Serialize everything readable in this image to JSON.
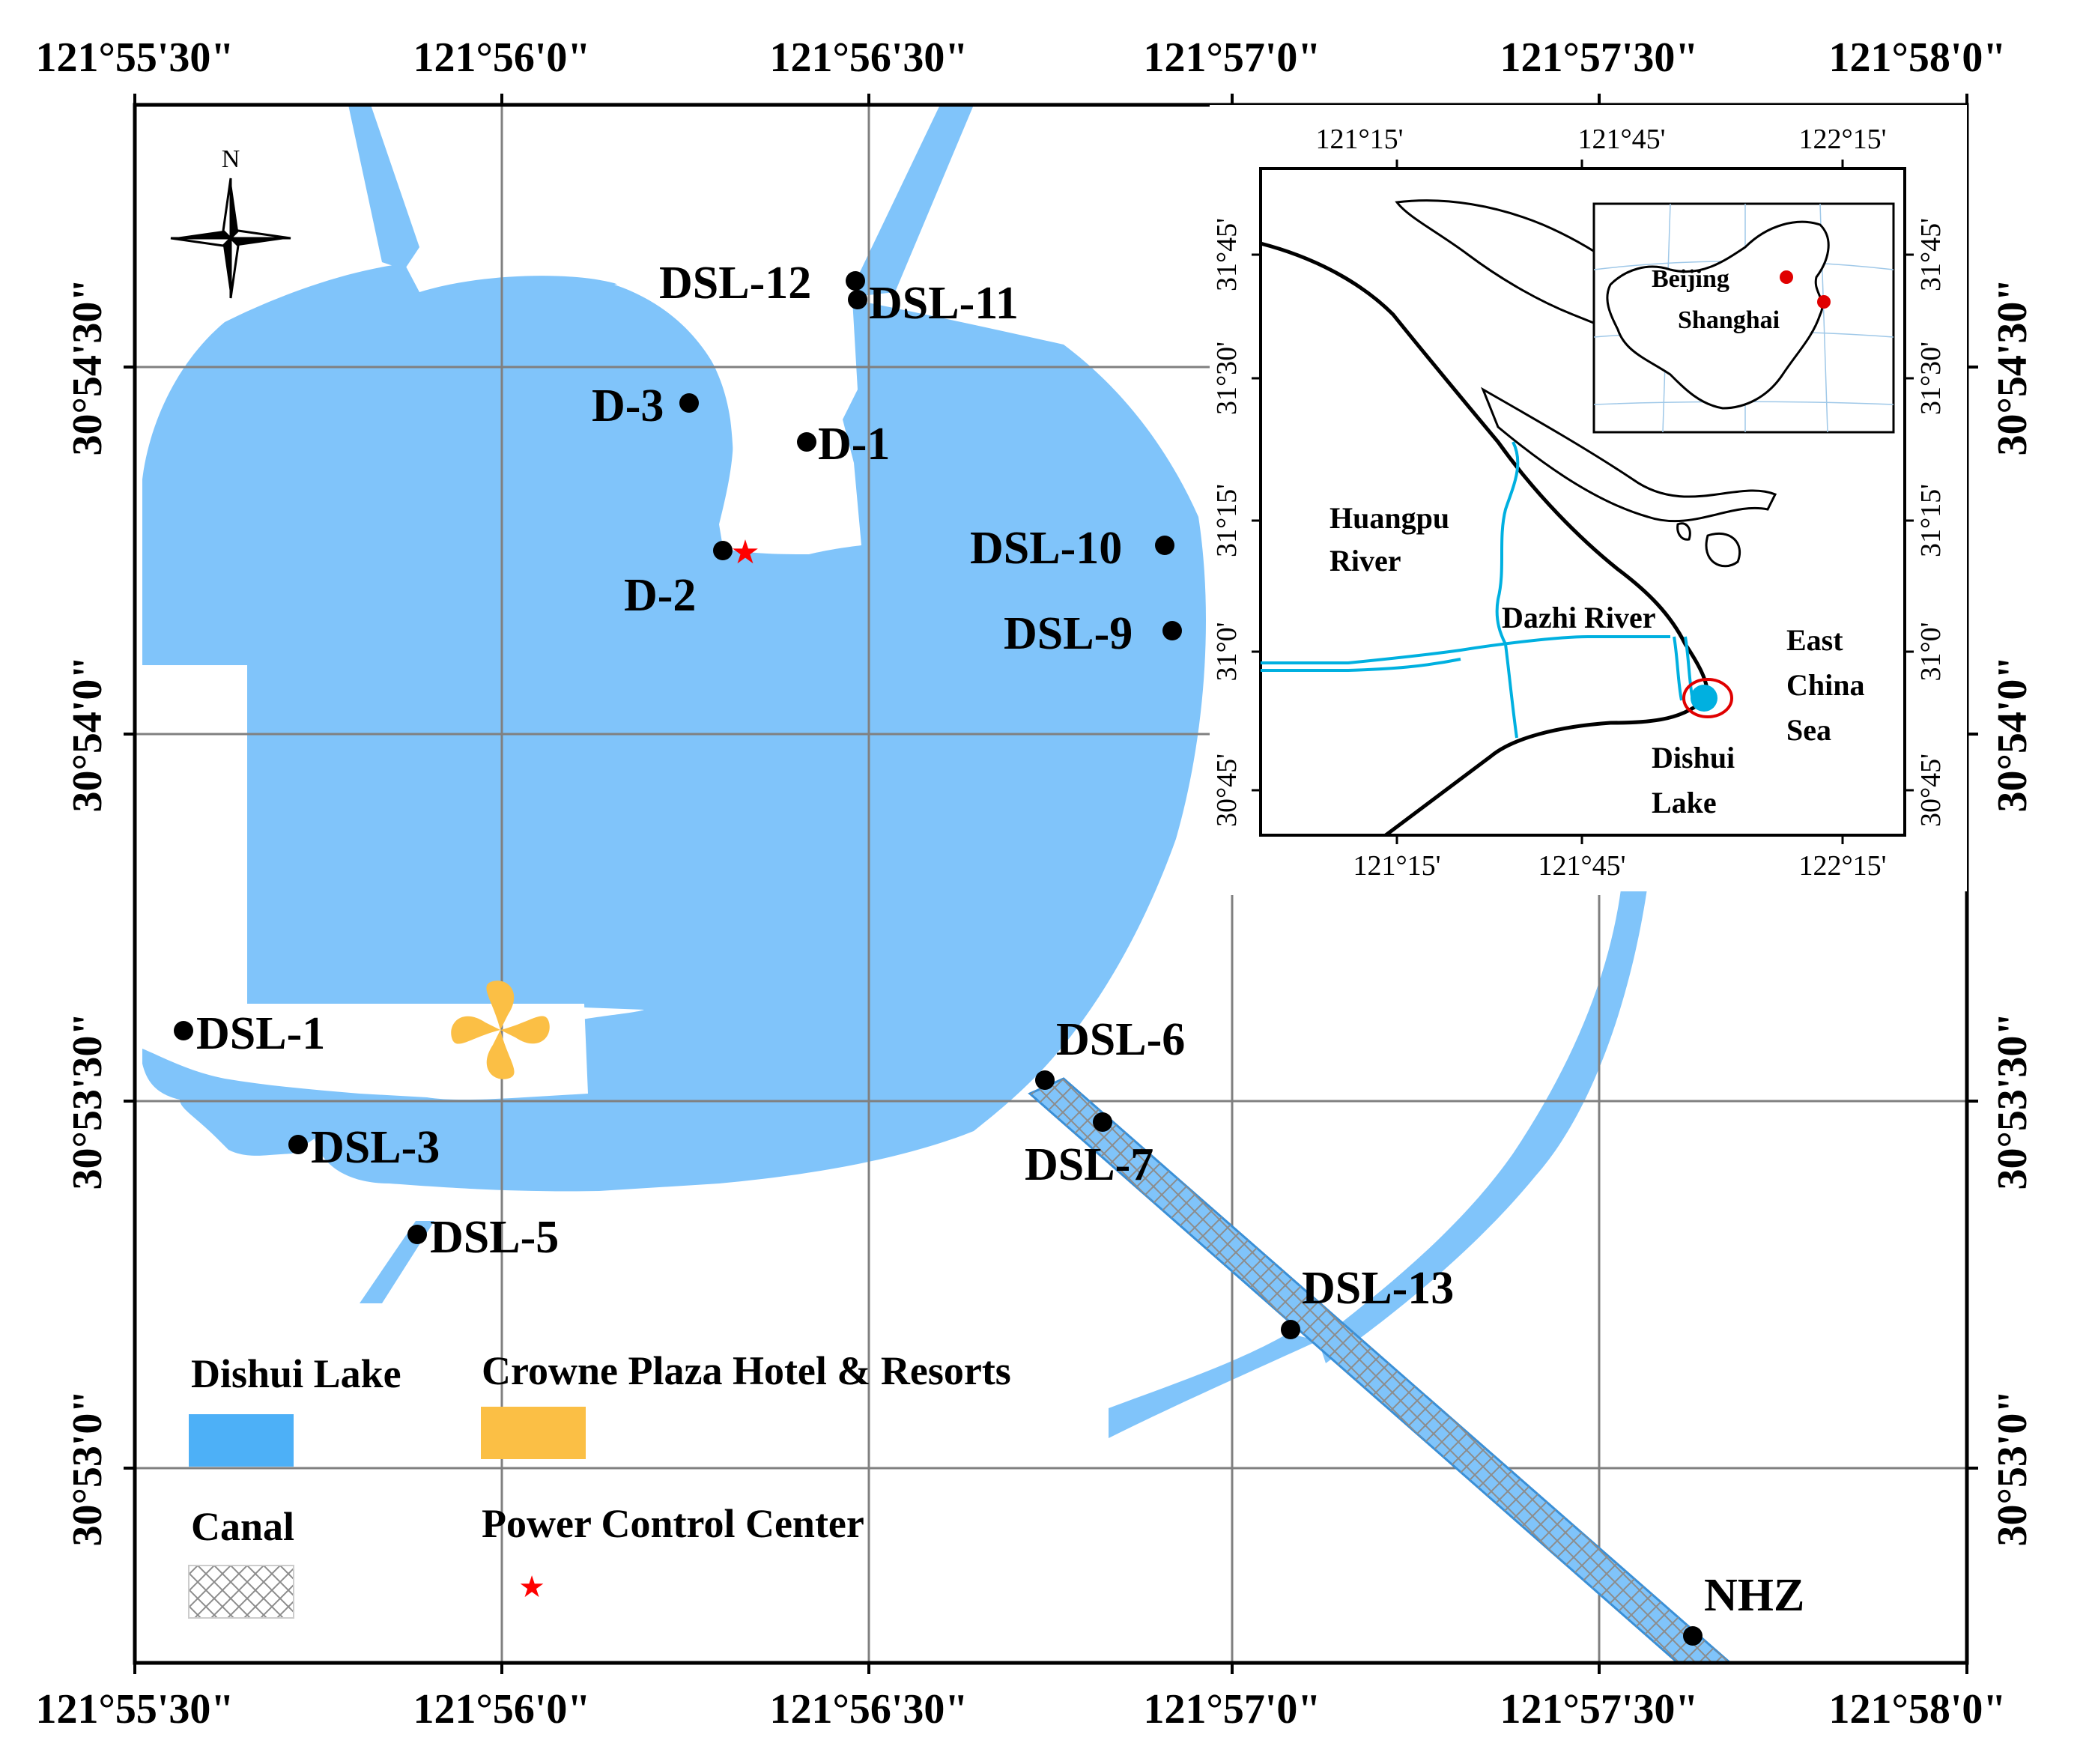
{
  "map": {
    "top_ticks": [
      "121°55'30\"",
      "121°56'0\"",
      "121°56'30\"",
      "121°57'0\"",
      "121°57'30\"",
      "121°58'0\""
    ],
    "bottom_ticks": [
      "121°55'30\"",
      "121°56'0\"",
      "121°56'30\"",
      "121°57'0\"",
      "121°57'30\"",
      "121°58'0\""
    ],
    "left_ticks": [
      "30°54'30\"",
      "30°54'0\"",
      "30°53'30\"",
      "30°53'0\""
    ],
    "right_ticks": [
      "30°54'30\"",
      "30°54'0\"",
      "30°53'30\"",
      "30°53'0\""
    ],
    "north_label": "N",
    "sites": {
      "dsl12": "DSL-12",
      "dsl11": "DSL-11",
      "d3": "D-3",
      "d1": "D-1",
      "d2": "D-2",
      "dsl10": "DSL-10",
      "dsl9": "DSL-9",
      "dsl1": "DSL-1",
      "dsl3": "DSL-3",
      "dsl5": "DSL-5",
      "dsl6": "DSL-6",
      "dsl7": "DSL-7",
      "dsl13": "DSL-13",
      "nhz": "NHZ"
    },
    "colors": {
      "lake": "#80c4fa",
      "legend_lake": "#4db0f7",
      "hotel": "#fbbf45",
      "power_center": "#ff0000",
      "inset_river": "#00b0e0"
    }
  },
  "inset": {
    "top_ticks": [
      "121°15'",
      "121°45'",
      "122°15'"
    ],
    "bottom_ticks": [
      "121°15'",
      "121°45'",
      "122°15'"
    ],
    "left_ticks": [
      "31°45'",
      "31°30'",
      "31°15'",
      "31°0'",
      "30°45'"
    ],
    "right_ticks": [
      "31°45'",
      "31°30'",
      "31°15'",
      "31°0'",
      "30°45'"
    ],
    "labels": {
      "huangpu_1": "Huangpu",
      "huangpu_2": "River",
      "dazhi": "Dazhi River",
      "east_1": "East",
      "east_2": "China",
      "east_3": "Sea",
      "dishui_1": "Dishui",
      "dishui_2": "Lake"
    },
    "china": {
      "beijing": "Beijing",
      "shanghai": "Shanghai"
    }
  },
  "legend": {
    "lake": "Dishui Lake",
    "hotel": "Crowne Plaza Hotel & Resorts",
    "canal": "Canal",
    "power": "Power Control Center"
  }
}
